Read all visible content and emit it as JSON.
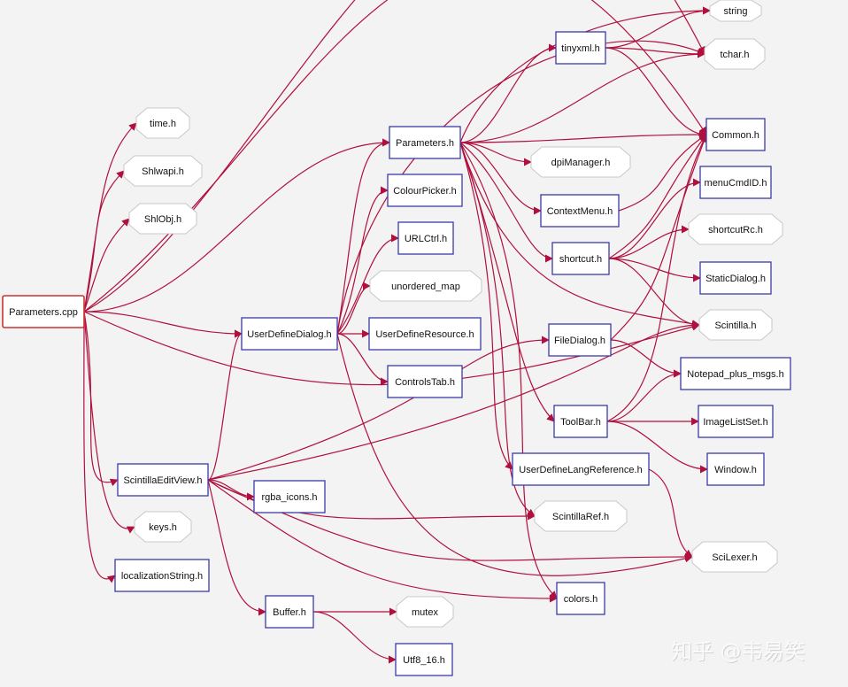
{
  "diagram": {
    "nodes": [
      {
        "id": "params_cpp",
        "label": "Parameters.cpp",
        "shape": "box-root"
      },
      {
        "id": "time",
        "label": "time.h",
        "shape": "oct"
      },
      {
        "id": "shlwapi",
        "label": "Shlwapi.h",
        "shape": "oct"
      },
      {
        "id": "shlobj",
        "label": "ShlObj.h",
        "shape": "oct"
      },
      {
        "id": "params_h",
        "label": "Parameters.h",
        "shape": "box"
      },
      {
        "id": "colourpicker",
        "label": "ColourPicker.h",
        "shape": "box"
      },
      {
        "id": "urlctrl",
        "label": "URLCtrl.h",
        "shape": "box"
      },
      {
        "id": "unordered_map",
        "label": "unordered_map",
        "shape": "oct"
      },
      {
        "id": "userdefinedialog",
        "label": "UserDefineDialog.h",
        "shape": "box"
      },
      {
        "id": "userdefineresource",
        "label": "UserDefineResource.h",
        "shape": "box"
      },
      {
        "id": "controlstab",
        "label": "ControlsTab.h",
        "shape": "box"
      },
      {
        "id": "tinyxml",
        "label": "tinyxml.h",
        "shape": "box"
      },
      {
        "id": "dpimanager",
        "label": "dpiManager.h",
        "shape": "oct"
      },
      {
        "id": "contextmenu",
        "label": "ContextMenu.h",
        "shape": "box"
      },
      {
        "id": "shortcut",
        "label": "shortcut.h",
        "shape": "box"
      },
      {
        "id": "filedialog",
        "label": "FileDialog.h",
        "shape": "box"
      },
      {
        "id": "toolbar",
        "label": "ToolBar.h",
        "shape": "box"
      },
      {
        "id": "userdefinelangref",
        "label": "UserDefineLangReference.h",
        "shape": "box"
      },
      {
        "id": "scintillaref",
        "label": "ScintillaRef.h",
        "shape": "oct"
      },
      {
        "id": "colors",
        "label": "colors.h",
        "shape": "box"
      },
      {
        "id": "string",
        "label": "string",
        "shape": "oct"
      },
      {
        "id": "tchar",
        "label": "tchar.h",
        "shape": "oct"
      },
      {
        "id": "common",
        "label": "Common.h",
        "shape": "box"
      },
      {
        "id": "menucmdid",
        "label": "menuCmdID.h",
        "shape": "box"
      },
      {
        "id": "shortcutrc",
        "label": "shortcutRc.h",
        "shape": "oct"
      },
      {
        "id": "staticdialog",
        "label": "StaticDialog.h",
        "shape": "box"
      },
      {
        "id": "scintilla",
        "label": "Scintilla.h",
        "shape": "oct"
      },
      {
        "id": "notepad_msgs",
        "label": "Notepad_plus_msgs.h",
        "shape": "box"
      },
      {
        "id": "imagelistset",
        "label": "ImageListSet.h",
        "shape": "box"
      },
      {
        "id": "window",
        "label": "Window.h",
        "shape": "box"
      },
      {
        "id": "scilexer",
        "label": "SciLexer.h",
        "shape": "oct"
      },
      {
        "id": "scintillaeditview",
        "label": "ScintillaEditView.h",
        "shape": "box"
      },
      {
        "id": "rgba_icons",
        "label": "rgba_icons.h",
        "shape": "box"
      },
      {
        "id": "keys",
        "label": "keys.h",
        "shape": "oct"
      },
      {
        "id": "localizationstring",
        "label": "localizationString.h",
        "shape": "box"
      },
      {
        "id": "buffer",
        "label": "Buffer.h",
        "shape": "box"
      },
      {
        "id": "mutex",
        "label": "mutex",
        "shape": "oct"
      },
      {
        "id": "utf8_16",
        "label": "Utf8_16.h",
        "shape": "box"
      }
    ],
    "edges": [
      [
        "params_cpp",
        "time"
      ],
      [
        "params_cpp",
        "shlwapi"
      ],
      [
        "params_cpp",
        "shlobj"
      ],
      [
        "params_cpp",
        "params_h"
      ],
      [
        "params_cpp",
        "userdefinedialog"
      ],
      [
        "params_cpp",
        "scintillaeditview"
      ],
      [
        "params_cpp",
        "keys"
      ],
      [
        "params_cpp",
        "localizationstring"
      ],
      [
        "params_cpp",
        "scintilla"
      ],
      [
        "params_cpp",
        "tchar"
      ],
      [
        "params_cpp",
        "common"
      ],
      [
        "userdefinedialog",
        "params_h"
      ],
      [
        "userdefinedialog",
        "colourpicker"
      ],
      [
        "userdefinedialog",
        "urlctrl"
      ],
      [
        "userdefinedialog",
        "unordered_map"
      ],
      [
        "userdefinedialog",
        "userdefineresource"
      ],
      [
        "userdefinedialog",
        "controlstab"
      ],
      [
        "userdefinedialog",
        "scilexer"
      ],
      [
        "userdefinedialog",
        "tchar"
      ],
      [
        "params_h",
        "tinyxml"
      ],
      [
        "params_h",
        "dpimanager"
      ],
      [
        "params_h",
        "contextmenu"
      ],
      [
        "params_h",
        "shortcut"
      ],
      [
        "params_h",
        "toolbar"
      ],
      [
        "params_h",
        "userdefinelangref"
      ],
      [
        "params_h",
        "scintillaref"
      ],
      [
        "params_h",
        "colors"
      ],
      [
        "params_h",
        "scintilla"
      ],
      [
        "params_h",
        "common"
      ],
      [
        "params_h",
        "tchar"
      ],
      [
        "params_h",
        "string"
      ],
      [
        "tinyxml",
        "string"
      ],
      [
        "tinyxml",
        "tchar"
      ],
      [
        "tinyxml",
        "common"
      ],
      [
        "contextmenu",
        "common"
      ],
      [
        "shortcut",
        "common"
      ],
      [
        "shortcut",
        "menucmdid"
      ],
      [
        "shortcut",
        "shortcutrc"
      ],
      [
        "shortcut",
        "staticdialog"
      ],
      [
        "shortcut",
        "scintilla"
      ],
      [
        "filedialog",
        "common"
      ],
      [
        "filedialog",
        "notepad_msgs"
      ],
      [
        "toolbar",
        "common"
      ],
      [
        "toolbar",
        "notepad_msgs"
      ],
      [
        "toolbar",
        "imagelistset"
      ],
      [
        "toolbar",
        "window"
      ],
      [
        "userdefinelangref",
        "scilexer"
      ],
      [
        "scintillaeditview",
        "userdefinedialog"
      ],
      [
        "scintillaeditview",
        "rgba_icons"
      ],
      [
        "scintillaeditview",
        "buffer"
      ],
      [
        "scintillaeditview",
        "scintillaref"
      ],
      [
        "scintillaeditview",
        "colors"
      ],
      [
        "scintillaeditview",
        "filedialog"
      ],
      [
        "scintillaeditview",
        "scintilla"
      ],
      [
        "scintillaeditview",
        "scilexer"
      ],
      [
        "buffer",
        "mutex"
      ],
      [
        "buffer",
        "utf8_16"
      ]
    ]
  },
  "watermark": "知乎 @韦易笑",
  "colors": {
    "background": "#f3f3f3",
    "edge": "#b0103e",
    "box_border": "#3b3ba8",
    "root_border": "#cc3333",
    "oct_border": "#c8c8c8",
    "node_fill": "#ffffff"
  }
}
